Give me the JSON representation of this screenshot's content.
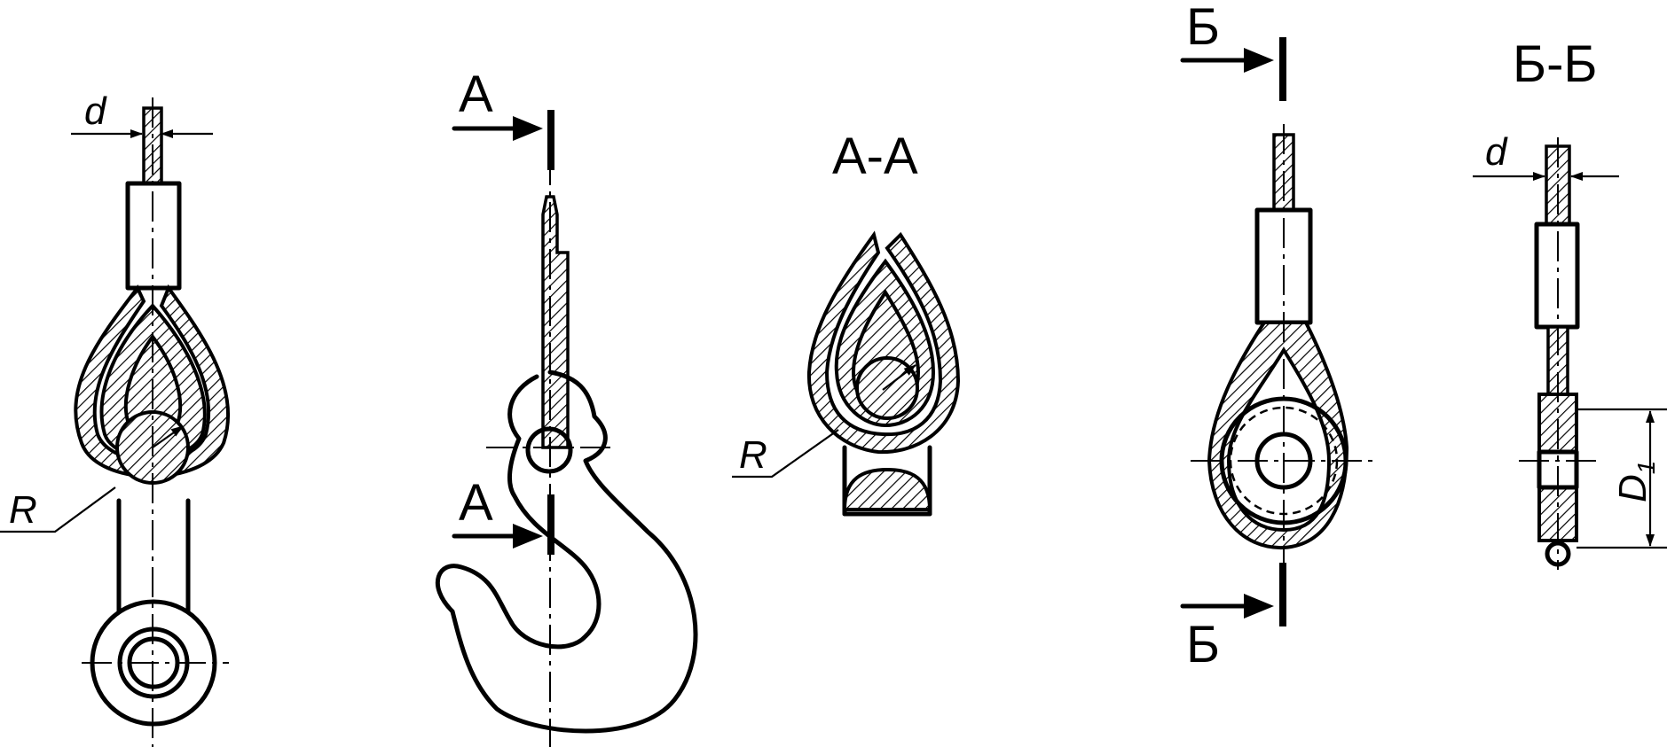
{
  "labels": {
    "d": "d",
    "R": "R",
    "A": "А",
    "AA": "А-А",
    "B": "Б",
    "BB": "Б-Б",
    "D": "D",
    "D_sub": "1"
  },
  "colors": {
    "ink": "#000000",
    "paper": "#ffffff"
  }
}
